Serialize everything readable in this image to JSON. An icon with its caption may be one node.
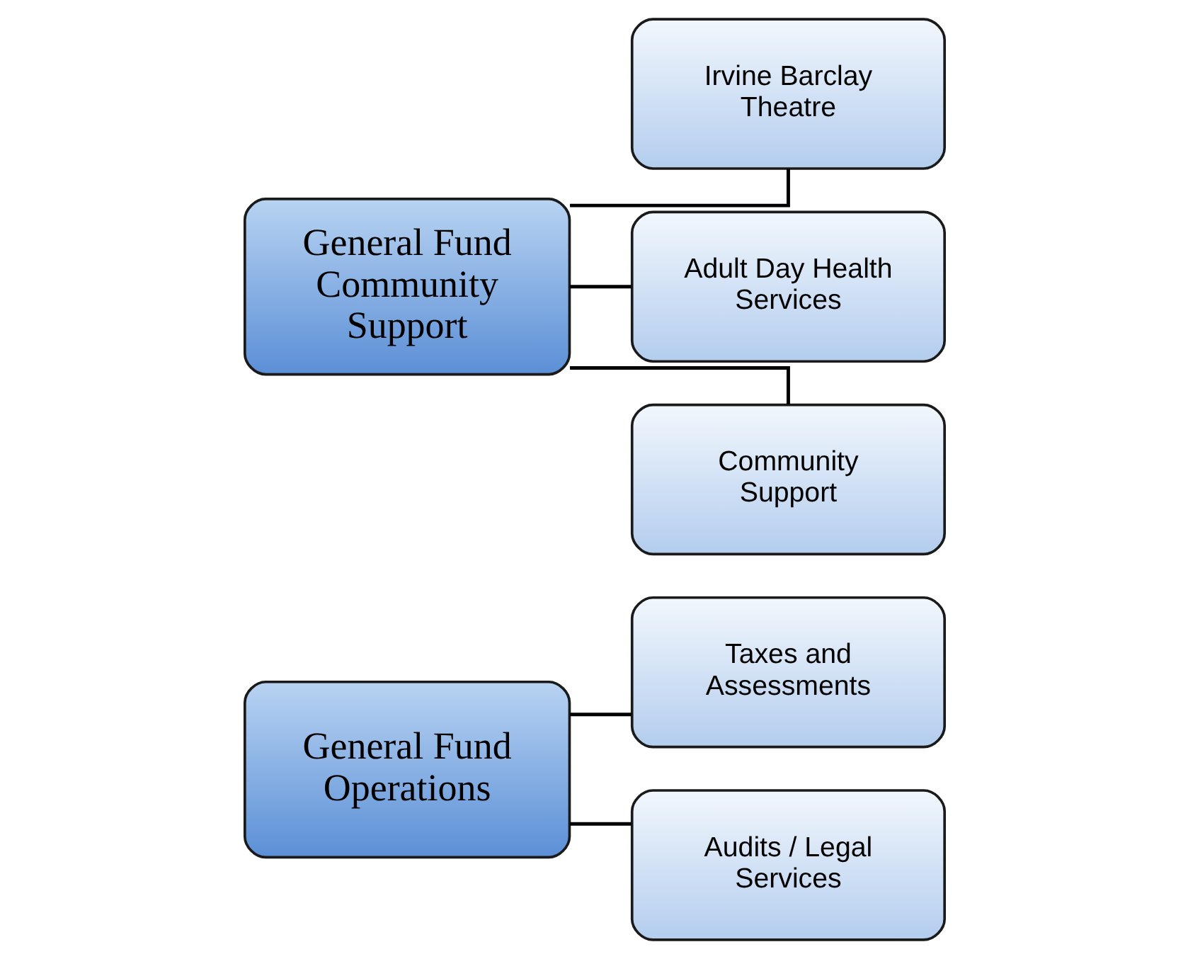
{
  "diagram": {
    "nodes": [
      {
        "text": [
          "General Fund Operations"
        ]
      },
      {
        "text": [
          "Taxes and Assessments"
        ]
      },
      {
        "text": [
          "Audits / Legal Services"
        ]
      },
      {
        "text": [
          "General Fund Community Support"
        ]
      },
      {
        "text": [
          "Irvine Barclay Theatre"
        ]
      },
      {
        "text": [
          "Adult Day Health Services"
        ]
      },
      {
        "text": [
          "Community Support"
        ]
      }
    ],
    "edges": [
      {
        "from": 0,
        "to": 1,
        "arrow": "none"
      },
      {
        "from": 0,
        "to": 2,
        "arrow": "none"
      },
      {
        "from": 3,
        "to": 4,
        "arrow": "none"
      },
      {
        "from": 3,
        "to": 5,
        "arrow": "none"
      },
      {
        "from": 3,
        "to": 6,
        "arrow": "none"
      }
    ]
  }
}
